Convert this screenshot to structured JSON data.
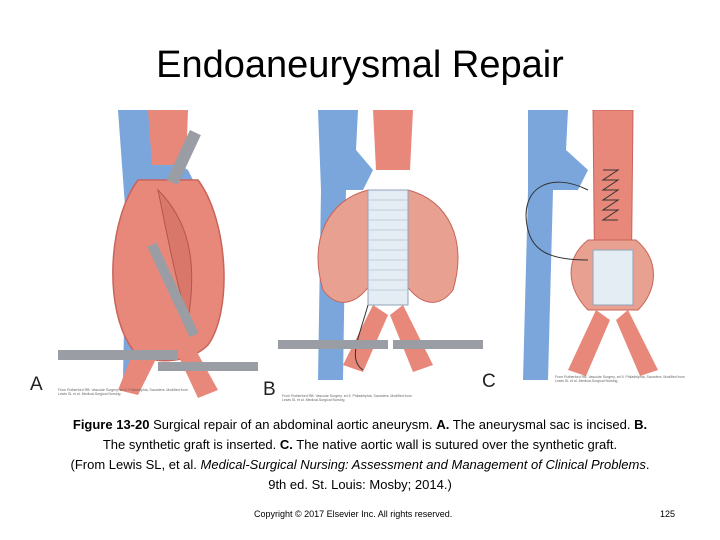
{
  "slide": {
    "title": "Endoaneurysmal Repair",
    "panel_labels": [
      "A",
      "B",
      "C"
    ],
    "credits": [
      "From Rutherford RB: Vascular Surgery, ed 5. Philadelphia, Saunders. Modified from Lewis SL et al. Medical-Surgical Nursing",
      "From Rutherford RB: Vascular Surgery, ed 5. Philadelphia, Saunders. Modified from Lewis SL et al. Medical-Surgical Nursing",
      "From Rutherford RB: Vascular Surgery, ed 5. Philadelphia, Saunders. Modified from Lewis SL et al. Medical-Surgical Nursing"
    ],
    "caption": {
      "figure_label": "Figure 13-20",
      "line1_text": "Surgical repair of an abdominal aortic aneurysm.",
      "a_label": "A.",
      "a_text": "The aneurysmal sac is incised.",
      "b_label": "B.",
      "b_text": "The synthetic graft is inserted.",
      "c_label": "C.",
      "c_text": "The native aortic wall is sutured over the synthetic graft.",
      "source_prefix": "(From Lewis SL, et al.",
      "source_title": "Medical-Surgical Nursing: Assessment and Management of Clinical Problems",
      "source_suffix": ".",
      "source_edition": "9th ed. St. Louis: Mosby; 2014.)"
    },
    "footer": {
      "copyright": "Copyright © 2017 Elsevier Inc. All rights reserved.",
      "page_number": "125"
    },
    "colors": {
      "artery": "#e8887a",
      "artery_dark": "#c9645a",
      "vein": "#7aa6dc",
      "graft": "#e4ecf4",
      "instrument": "#9a9ea4"
    }
  }
}
